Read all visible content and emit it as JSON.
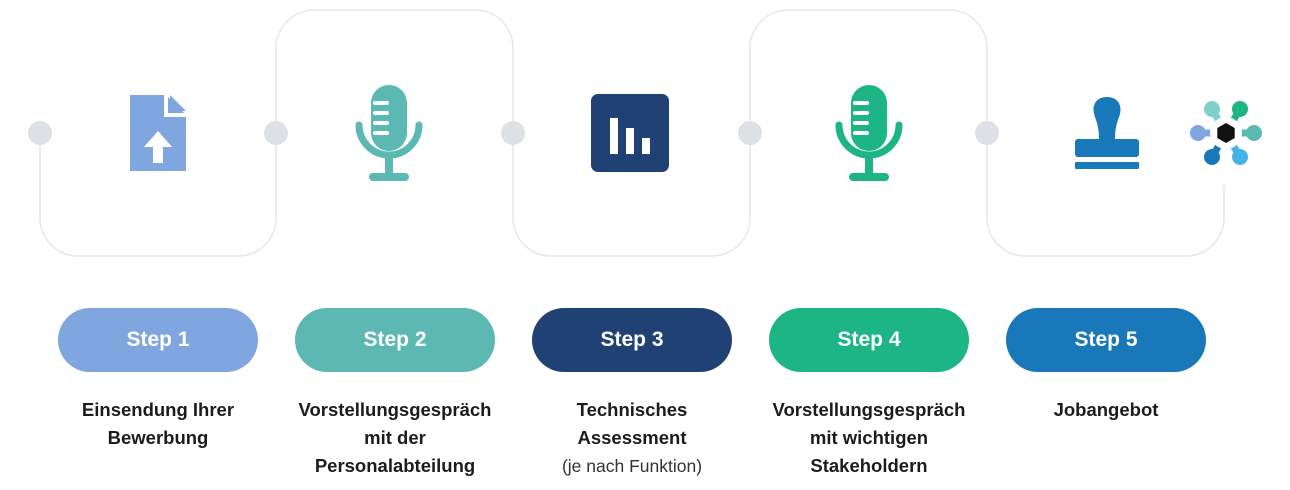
{
  "colors": {
    "line": "#e6e8ea",
    "dot": "#dde1e5",
    "step1": "#7fa6df",
    "step2": "#5cb8b2",
    "step3": "#1f4173",
    "step4": "#1db584",
    "step5": "#1878b9"
  },
  "steps": [
    {
      "label": "Step 1",
      "icon": "file-upload-icon",
      "caption": [
        "Einsendung Ihrer",
        "Bewerbung"
      ],
      "note": ""
    },
    {
      "label": "Step 2",
      "icon": "microphone-icon",
      "caption": [
        "Vorstellungsgespräch",
        "mit der",
        "Personalabteilung"
      ],
      "note": ""
    },
    {
      "label": "Step 3",
      "icon": "bar-chart-icon",
      "caption": [
        "Technisches",
        "Assessment"
      ],
      "note": "(je nach Funktion)"
    },
    {
      "label": "Step 4",
      "icon": "microphone-icon",
      "caption": [
        "Vorstellungsgespräch",
        "mit wichtigen",
        "Stakeholdern"
      ],
      "note": ""
    },
    {
      "label": "Step 5",
      "icon": "stamp-icon",
      "caption": [
        "Jobangebot"
      ],
      "note": ""
    }
  ],
  "logo": "hexagon-network-logo"
}
